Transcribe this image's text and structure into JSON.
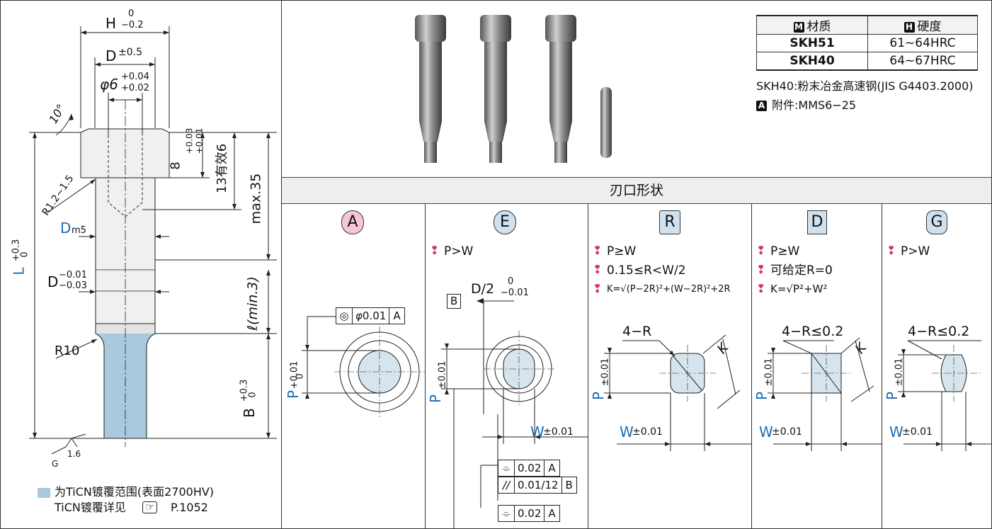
{
  "drawing": {
    "H_label": "H",
    "H_tol_upper": "0",
    "H_tol_lower": "−0.2",
    "D_label": "D",
    "D_tol": "±0.5",
    "phi6_label": "φ6",
    "phi6_tol_upper": "+0.04",
    "phi6_tol_lower": "+0.02",
    "angle_label": "10°",
    "head_dim": "8",
    "head_tol_upper": "+0.03",
    "head_tol_lower": "+0.01",
    "effective_label": "13有效6",
    "max_label": "max.35",
    "R_head_label": "R1.2~1.5",
    "Dm_label": "D",
    "Dm_sub": "m5",
    "L_label": "L",
    "L_tol_upper": "+0.3",
    "L_tol_lower": "0",
    "Dsmall_label": "D",
    "Dsmall_tol_upper": "−0.01",
    "Dsmall_tol_lower": "−0.03",
    "l_label": "ℓ(min.3)",
    "R10_label": "R10",
    "B_label": "B",
    "B_tol_upper": "+0.3",
    "B_tol_lower": "0",
    "roughness": "1.6",
    "G_label": "G"
  },
  "coating": {
    "line1": "为TiCN镀覆范围(表面2700HV)",
    "line2": "TiCN镀覆详见",
    "page_ref": "P.1052",
    "color": "#a9c9dc"
  },
  "materials": {
    "header_material": "材质",
    "header_hardness": "硬度",
    "badge_m": "M",
    "badge_h": "H",
    "rows": [
      {
        "material": "SKH51",
        "hardness": "61~64HRC"
      },
      {
        "material": "SKH40",
        "hardness": "64~67HRC"
      }
    ],
    "note": "SKH40:粉末冶金高速钢(JIS G4403.2000)",
    "badge_a": "A",
    "accessory": "附件:MMS6−25"
  },
  "shapes": {
    "title": "刃口形状",
    "A": {
      "letter": "A",
      "cond": "",
      "tol_box": "0.01",
      "tol_datum": "A",
      "P_label": "P",
      "P_tol_upper": "+0.01",
      "P_tol_lower": "0"
    },
    "E": {
      "letter": "E",
      "cond1": "P>W",
      "datum_box": "B",
      "half_label": "D/2",
      "half_tol_upper": "0",
      "half_tol_lower": "−0.01",
      "P_label": "P",
      "P_tol": "±0.01",
      "W_label": "W",
      "W_tol": "±0.01",
      "fc1_val": "0.02",
      "fc1_datum": "A",
      "fc2_val": "0.01/12",
      "fc2_datum": "B",
      "fc3_val": "0.02",
      "fc3_datum": "A"
    },
    "R": {
      "letter": "R",
      "cond1": "P≥W",
      "cond2": "0.15≤R<W/2",
      "cond3": "K=√(P−2R)²+(W−2R)²+2R",
      "R_label": "4−R",
      "K_label": "K",
      "P_label": "P",
      "P_tol": "±0.01",
      "W_label": "W",
      "W_tol": "±0.01"
    },
    "D": {
      "letter": "D",
      "cond1": "P≥W",
      "cond2": "可给定R=0",
      "cond3": "K=√P²+W²",
      "R_label": "4−R≤0.2",
      "K_label": "K",
      "P_label": "P",
      "P_tol": "±0.01",
      "W_label": "W",
      "W_tol": "±0.01"
    },
    "G": {
      "letter": "G",
      "cond1": "P>W",
      "R_label": "4−R≤0.2",
      "P_label": "P",
      "P_tol": "±0.01",
      "W_label": "W",
      "W_tol": "±0.01"
    }
  },
  "colors": {
    "shape_fill": "#d6e4ee",
    "badge_pink": "#f6c6d3",
    "badge_blue": "#cfe0ee",
    "accent_blue": "#1a6db5",
    "cond_icon": "#d8336a"
  }
}
